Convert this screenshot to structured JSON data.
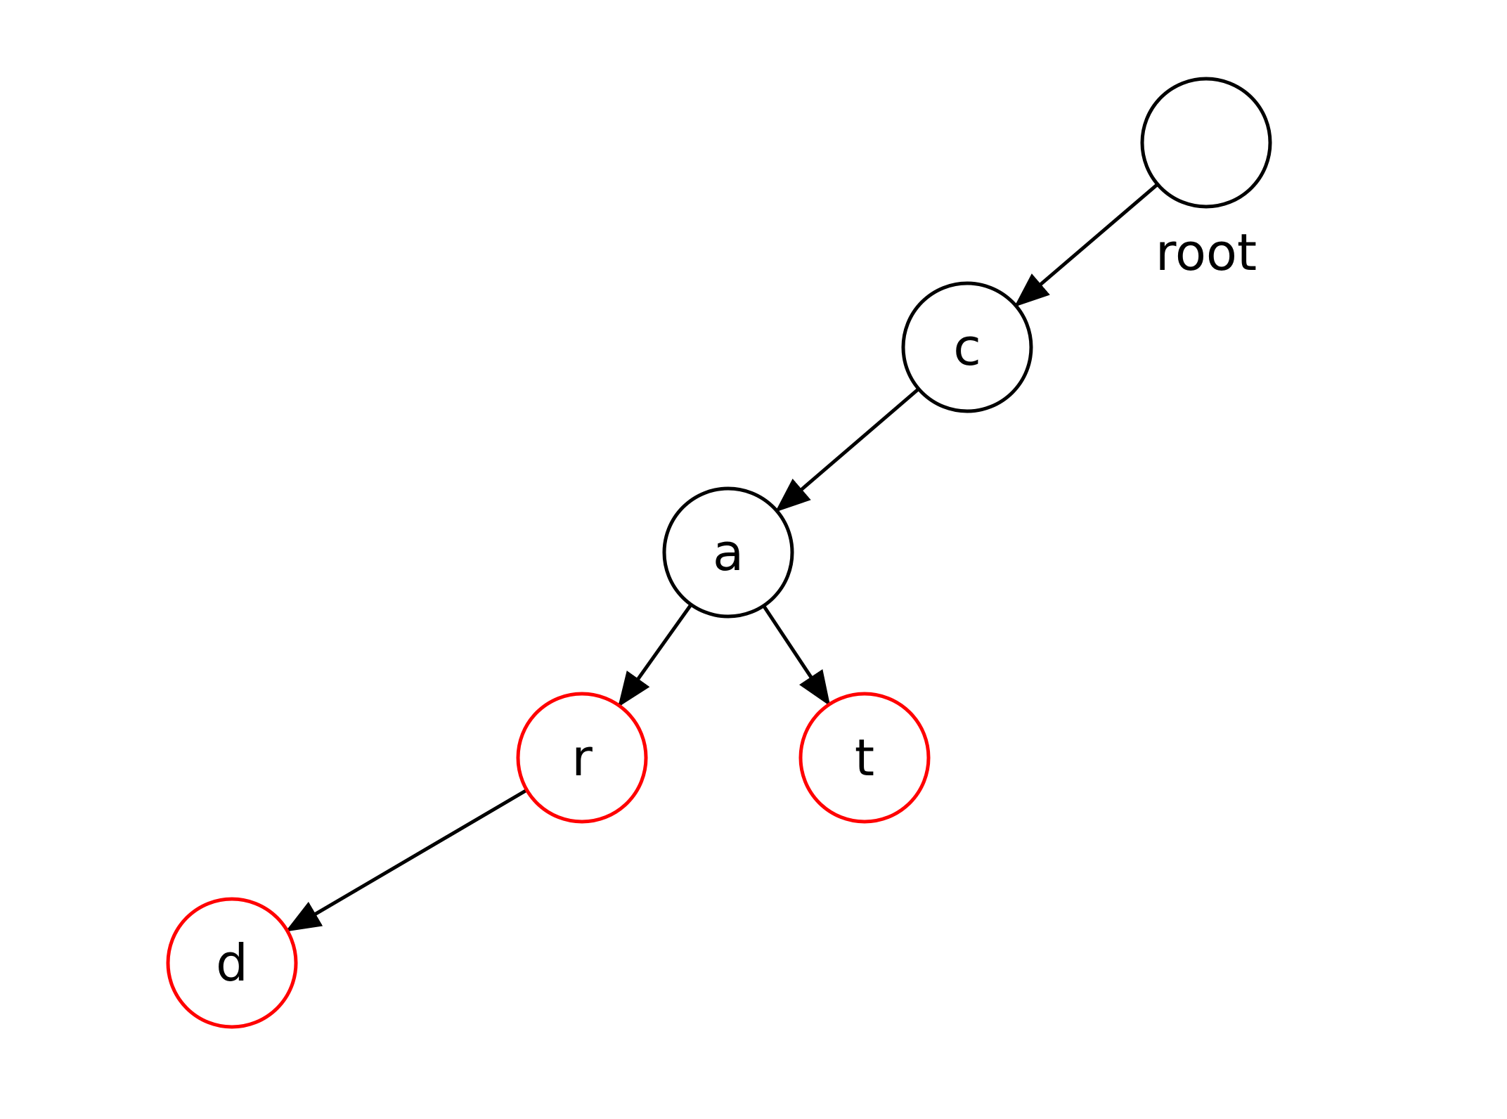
{
  "colors": {
    "default_node": "#000000",
    "highlight_node": "#ff0000",
    "edge": "#000000",
    "background": "#ffffff"
  },
  "nodes": [
    {
      "id": "root",
      "label": "",
      "caption": "root",
      "highlighted": false
    },
    {
      "id": "c",
      "label": "c",
      "highlighted": false
    },
    {
      "id": "a",
      "label": "a",
      "highlighted": false
    },
    {
      "id": "r",
      "label": "r",
      "highlighted": true
    },
    {
      "id": "t",
      "label": "t",
      "highlighted": true
    },
    {
      "id": "d",
      "label": "d",
      "highlighted": true
    }
  ],
  "edges": [
    {
      "from": "root",
      "to": "c"
    },
    {
      "from": "c",
      "to": "a"
    },
    {
      "from": "a",
      "to": "r"
    },
    {
      "from": "a",
      "to": "t"
    },
    {
      "from": "r",
      "to": "d"
    }
  ]
}
